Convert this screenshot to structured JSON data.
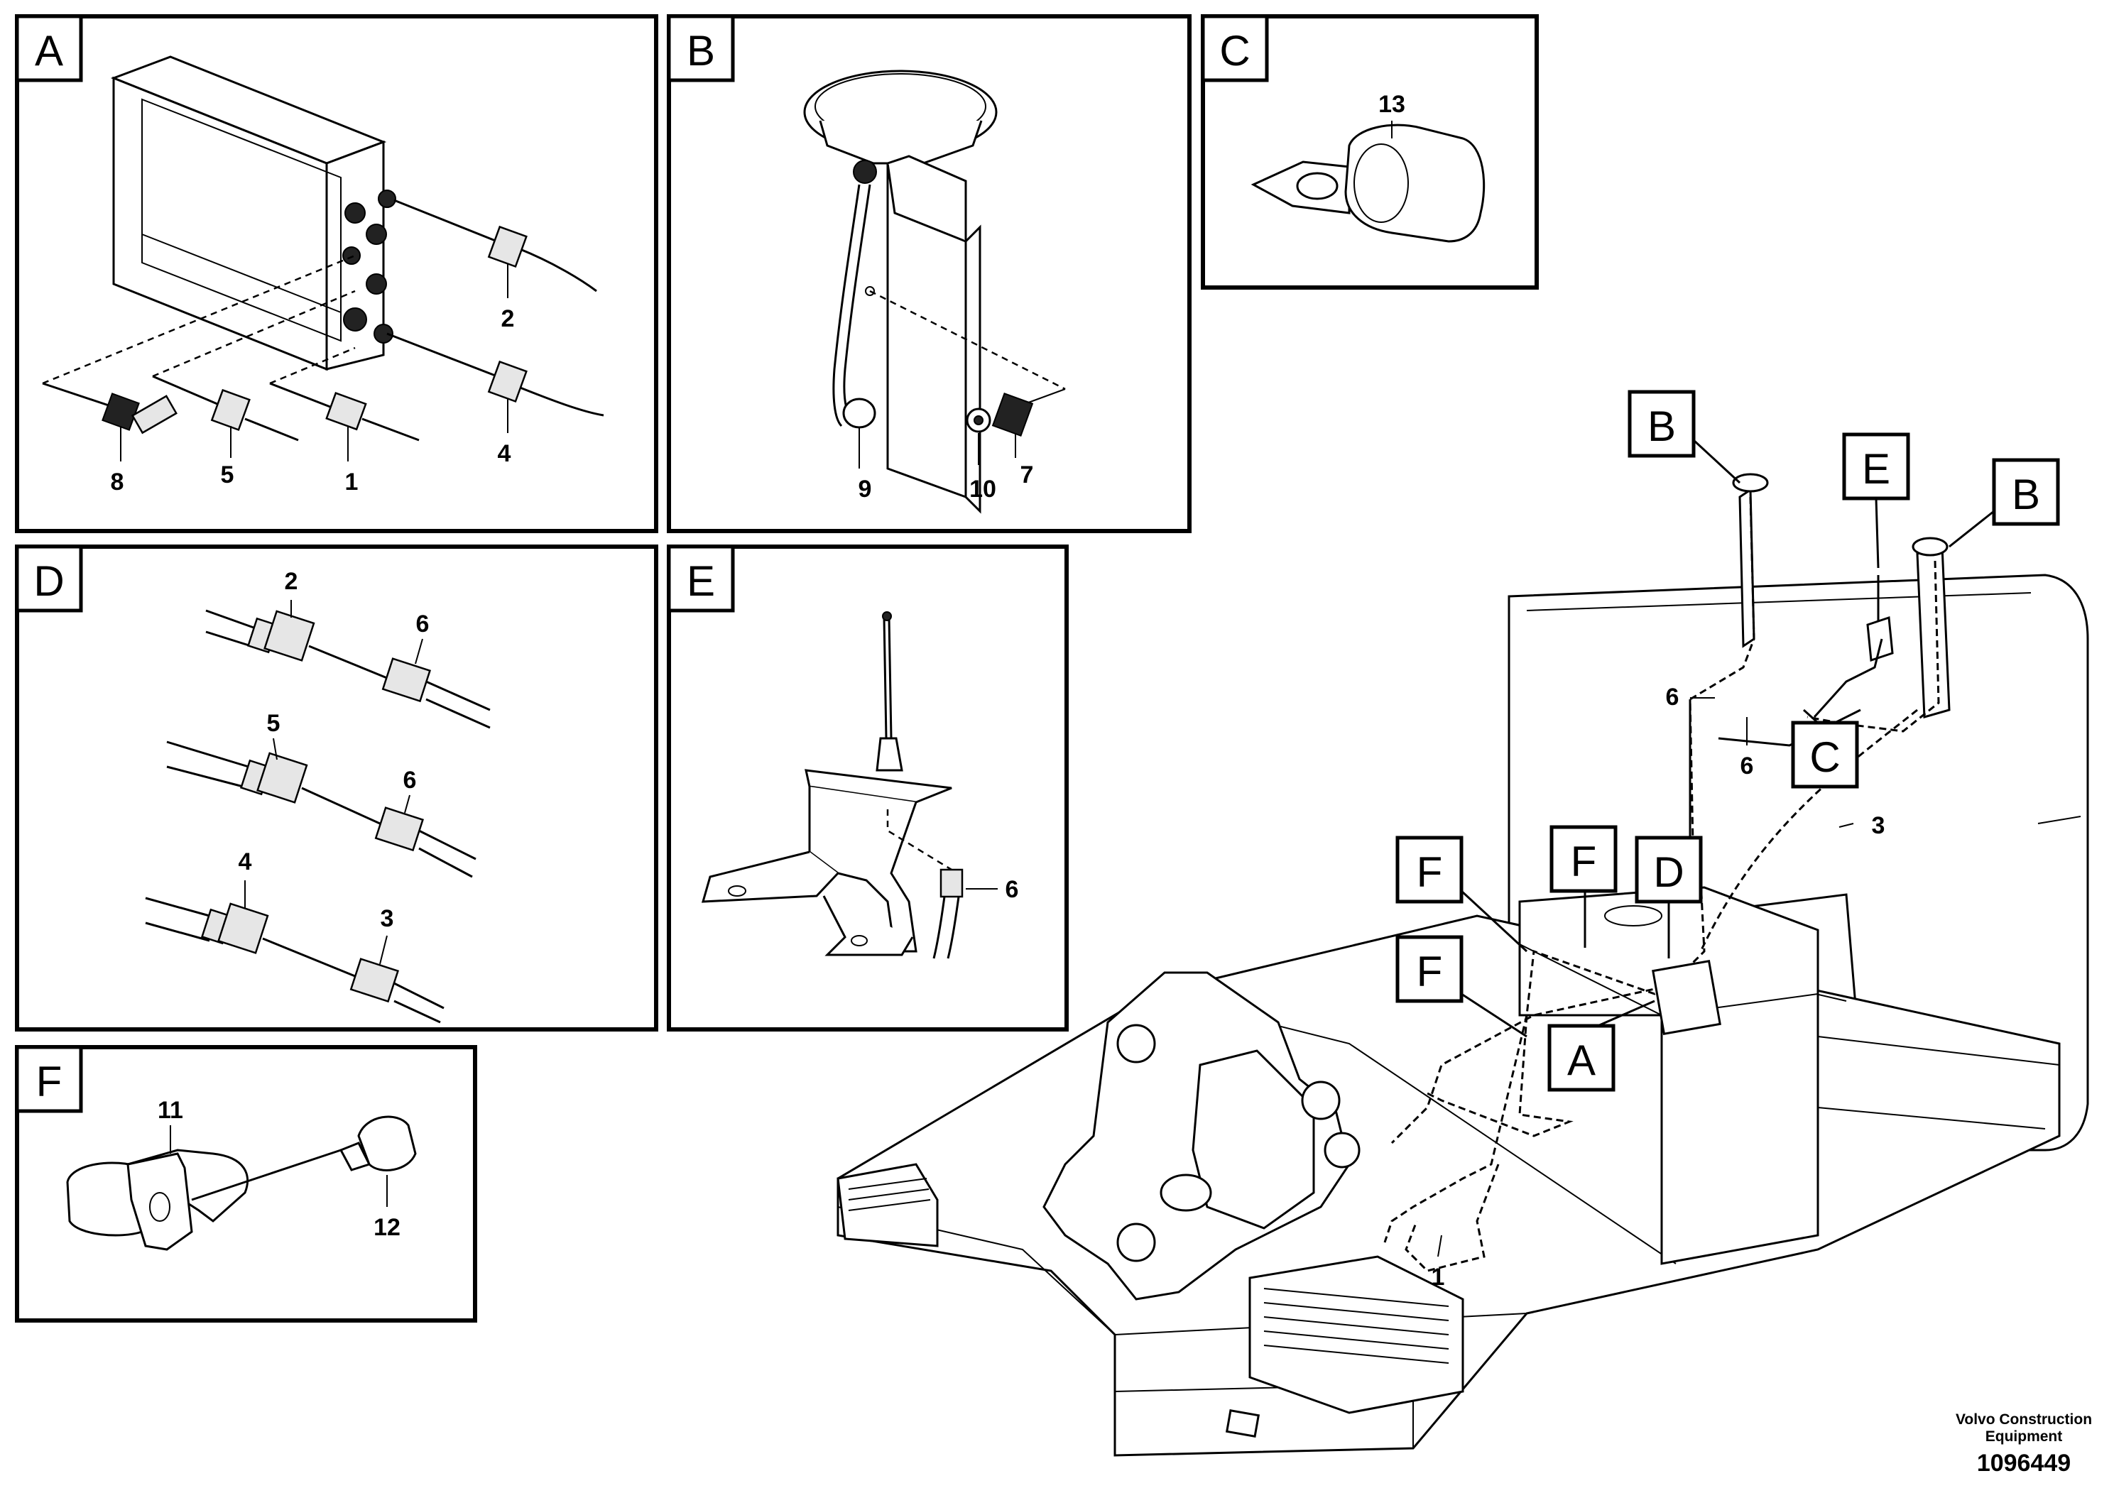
{
  "panels": {
    "A": {
      "label": "A",
      "callouts": [
        "2",
        "8",
        "5",
        "1",
        "4"
      ]
    },
    "B": {
      "label": "B",
      "callouts": [
        "9",
        "10",
        "7"
      ]
    },
    "C": {
      "label": "C",
      "callouts": [
        "13"
      ]
    },
    "D": {
      "label": "D",
      "callouts": [
        "2",
        "6",
        "5",
        "6",
        "4",
        "3"
      ]
    },
    "E": {
      "label": "E",
      "callouts": [
        "6"
      ]
    },
    "F": {
      "label": "F",
      "callouts": [
        "11",
        "12"
      ]
    }
  },
  "main": {
    "tags": [
      "B",
      "E",
      "B",
      "C",
      "F",
      "F",
      "D",
      "F",
      "A"
    ],
    "callouts": [
      "6",
      "6",
      "3",
      "1"
    ]
  },
  "footer": {
    "brand_line1": "Volvo Construction",
    "brand_line2": "Equipment",
    "doc_number": "1096449"
  }
}
